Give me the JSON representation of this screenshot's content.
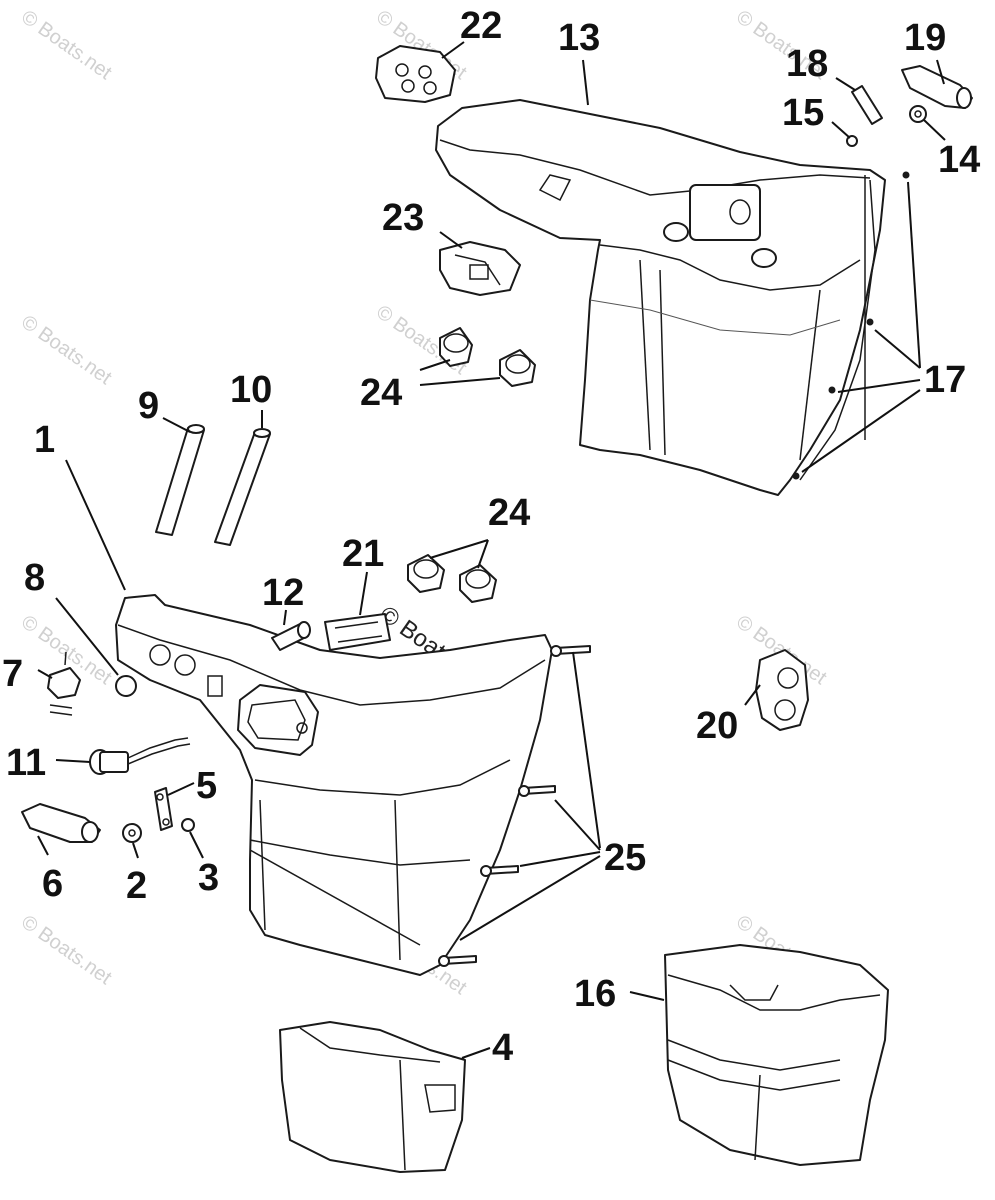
{
  "watermark": "© Boats.net",
  "callouts": [
    {
      "id": "1",
      "label": "1"
    },
    {
      "id": "2",
      "label": "2"
    },
    {
      "id": "3",
      "label": "3"
    },
    {
      "id": "4",
      "label": "4"
    },
    {
      "id": "5",
      "label": "5"
    },
    {
      "id": "6",
      "label": "6"
    },
    {
      "id": "7",
      "label": "7"
    },
    {
      "id": "8",
      "label": "8"
    },
    {
      "id": "9",
      "label": "9"
    },
    {
      "id": "10",
      "label": "10"
    },
    {
      "id": "11",
      "label": "11"
    },
    {
      "id": "12",
      "label": "12"
    },
    {
      "id": "13",
      "label": "13"
    },
    {
      "id": "14",
      "label": "14"
    },
    {
      "id": "15",
      "label": "15"
    },
    {
      "id": "16",
      "label": "16"
    },
    {
      "id": "17",
      "label": "17"
    },
    {
      "id": "18",
      "label": "18"
    },
    {
      "id": "19",
      "label": "19"
    },
    {
      "id": "20",
      "label": "20"
    },
    {
      "id": "21",
      "label": "21"
    },
    {
      "id": "22",
      "label": "22"
    },
    {
      "id": "23",
      "label": "23"
    },
    {
      "id": "24a",
      "label": "24"
    },
    {
      "id": "24b",
      "label": "24"
    },
    {
      "id": "25",
      "label": "25"
    }
  ]
}
